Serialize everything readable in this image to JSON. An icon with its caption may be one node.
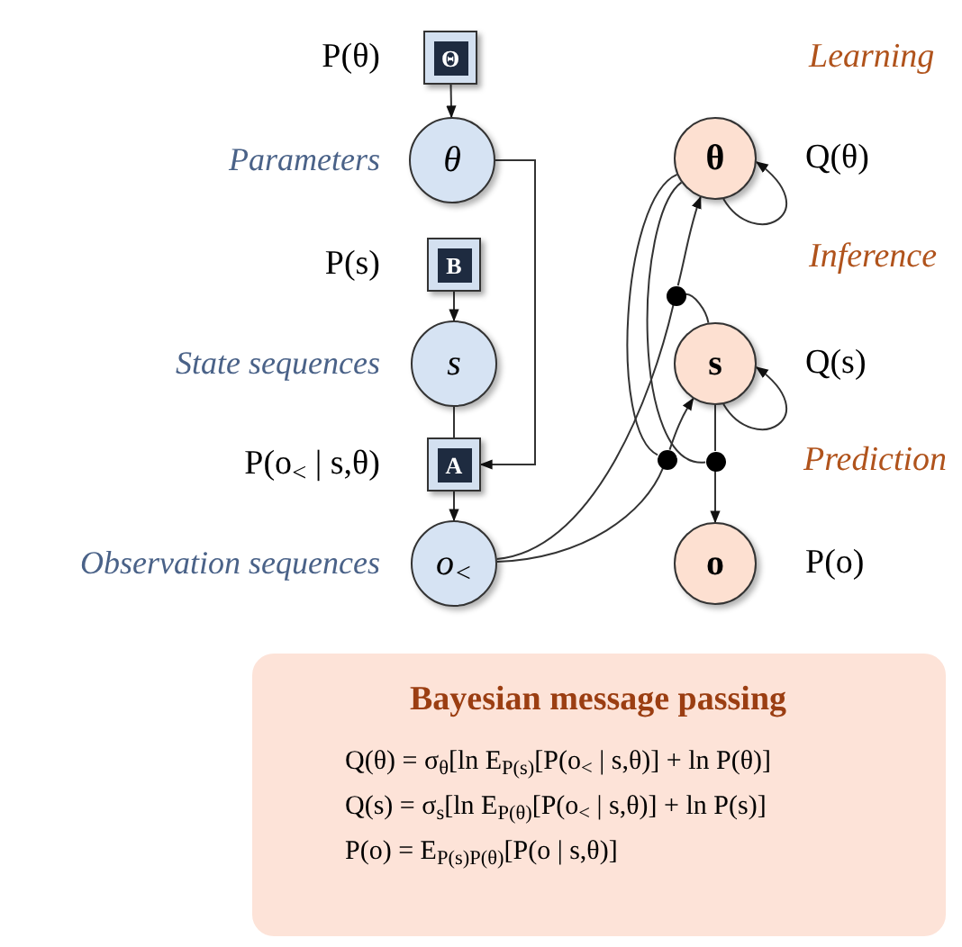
{
  "diagram": {
    "nodes": [
      {
        "text": [
          "Θ"
        ],
        "beside": [
          "P(θ)"
        ]
      },
      {
        "text": [
          "θ"
        ],
        "beside": [
          "Parameters"
        ]
      },
      {
        "text": [
          "B"
        ],
        "beside": [
          "P(s)"
        ]
      },
      {
        "text": [
          "s"
        ],
        "beside": [
          "State sequences"
        ]
      },
      {
        "text": [
          "A"
        ],
        "beside": [
          "P(o$_{<}$ | s,θ)"
        ]
      },
      {
        "text": [
          "o$_{<}$"
        ],
        "beside": [
          "Observation sequences"
        ]
      },
      {
        "text": [
          "θ"
        ],
        "beside": [
          "Q(θ)"
        ]
      },
      {
        "text": [
          "s"
        ],
        "beside": [
          "Q(s)"
        ]
      },
      {
        "text": [
          "o"
        ],
        "beside": [
          "P(o)"
        ]
      },
      {
        "text": [],
        "shape": "circle"
      },
      {
        "text": [],
        "shape": "circle"
      },
      {
        "text": [],
        "shape": "circle"
      },
      {
        "text": [
          "Bayesian message passing",
          "Q(θ) = σ$_{θ}$[ln E$_{P(s)}$[P(o$_{<}$ | s,θ)] + ln P(θ)]",
          "Q(s) = σ$_{s}$[ln E$_{P(θ)}$[P(o$_{<}$ | s,θ)] + ln P(s)]",
          "P(o) = E$_{P(s)P(θ)}$[P(o | s,θ)]"
        ]
      }
    ],
    "edges": [
      {
        "from": 0,
        "to": 1,
        "arrow": "to"
      },
      {
        "from": 1,
        "to": 4,
        "arrow": "to"
      },
      {
        "from": 2,
        "to": 3,
        "arrow": "to"
      },
      {
        "from": 3,
        "to": 4,
        "arrow": "none"
      },
      {
        "from": 4,
        "to": 5,
        "arrow": "to"
      },
      {
        "from": 5,
        "to": 9,
        "arrow": "none"
      },
      {
        "from": 9,
        "to": 6,
        "arrow": "to"
      },
      {
        "from": 5,
        "to": 10,
        "arrow": "none"
      },
      {
        "from": 10,
        "to": 7,
        "arrow": "to"
      },
      {
        "from": 7,
        "to": 11,
        "arrow": "none"
      },
      {
        "from": 11,
        "to": 8,
        "arrow": "to"
      },
      {
        "from": 7,
        "to": 9,
        "arrow": "none"
      },
      {
        "from": 6,
        "to": 10,
        "arrow": "none"
      },
      {
        "from": 6,
        "to": 11,
        "arrow": "none"
      },
      {
        "from": 6,
        "to": 6,
        "arrow": "to"
      },
      {
        "from": 7,
        "to": 7,
        "arrow": "to"
      }
    ],
    "labels": [
      "Learning",
      "Inference",
      "Prediction"
    ]
  }
}
